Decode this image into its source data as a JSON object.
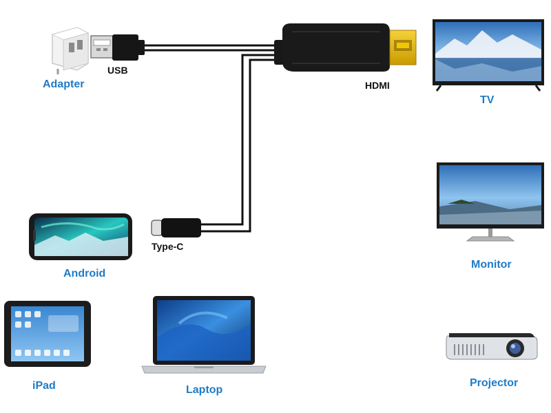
{
  "labels": {
    "adapter": "Adapter",
    "usb": "USB",
    "hdmi": "HDMI",
    "tv": "TV",
    "type_c": "Type-C",
    "android": "Android",
    "monitor": "Monitor",
    "ipad": "iPad",
    "laptop": "Laptop",
    "projector": "Projector"
  },
  "colors": {
    "label_blue": "#1f7bc6",
    "label_dark": "#111111",
    "cable": "#111111",
    "hdmi_gold": "#e6b800",
    "usb_metal": "#c8c8c8"
  },
  "icons": {
    "adapter": "power-adapter-icon",
    "usb_plug": "usb-plug-icon",
    "hdmi_plug": "hdmi-plug-icon",
    "typec_plug": "type-c-plug-icon",
    "tv": "tv-icon",
    "monitor": "monitor-icon",
    "android": "smartphone-icon",
    "ipad": "tablet-icon",
    "laptop": "laptop-icon",
    "projector": "projector-icon"
  }
}
